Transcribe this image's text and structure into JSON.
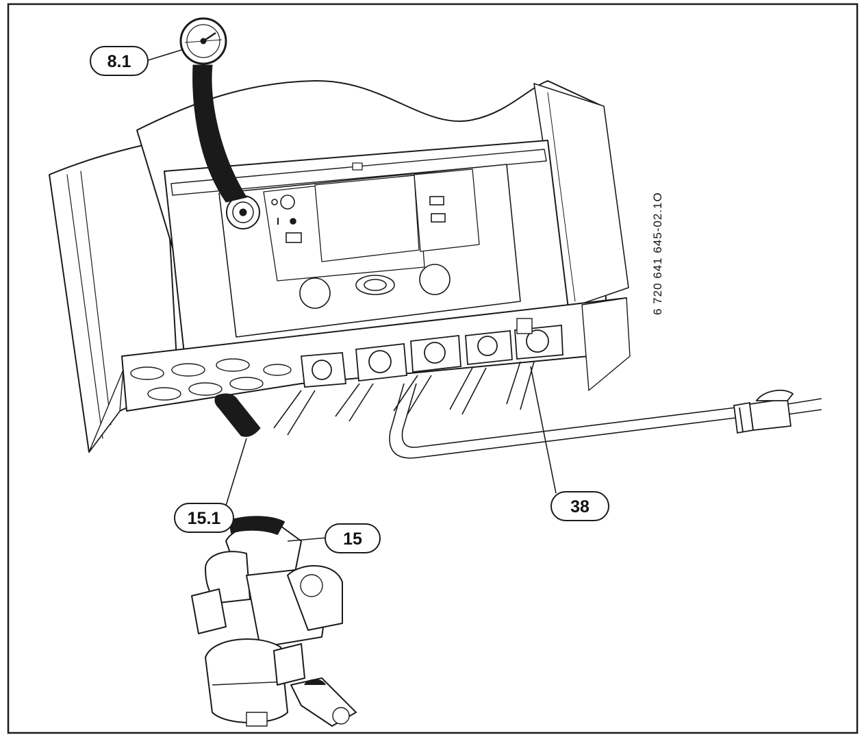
{
  "callouts": {
    "c81": "8.1",
    "c151": "15.1",
    "c15": "15",
    "c38": "38"
  },
  "reference_code": "6 720 641 645-02.1O",
  "panel_labels": {
    "indicator_top": "",
    "indicator_bottom": ""
  }
}
